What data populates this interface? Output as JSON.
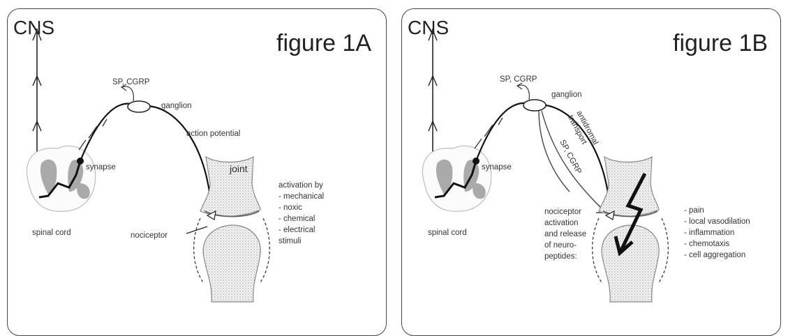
{
  "figure_a": {
    "cns": "CNS",
    "title": "figure 1A",
    "sp_cgrp": "SP, CGRP",
    "ganglion": "ganglion",
    "action_potential": "action potential",
    "synapse": "synapse",
    "joint": "joint",
    "spinal_cord": "spinal cord",
    "nociceptor": "nociceptor",
    "activation_lines": [
      "activation by",
      "- mechanical",
      "- noxic",
      "- chemical",
      "- electrical",
      "stimuli"
    ]
  },
  "figure_b": {
    "cns": "CNS",
    "title": "figure 1B",
    "sp_cgrp": "SP, CGRP",
    "ganglion": "ganglion",
    "transport_lines": [
      "antidromal",
      "transport"
    ],
    "sp_cgrp_rotated": "SP, CGRP",
    "synapse": "synapse",
    "spinal_cord": "spinal cord",
    "nociceptor_lines": [
      "nociceptor",
      "activation",
      "and release",
      "of neuro-",
      "peptides:"
    ],
    "effect_lines": [
      "- pain",
      "- local vasodilation",
      "- inflammation",
      "- chemotaxis",
      "- cell aggregation"
    ]
  }
}
